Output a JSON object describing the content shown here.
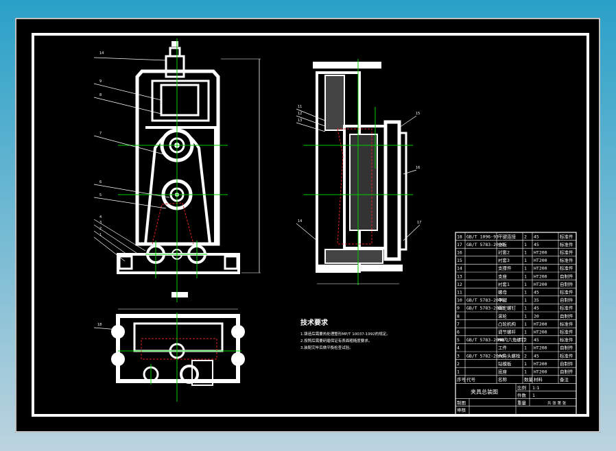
{
  "tech_requirements": {
    "title": "技术要求",
    "items": [
      "1.铸造后需要热处理整形MP/T 10037-1992的规定。",
      "2.按照后需要研磨保证有表面粗糙度要求。",
      "3.装配完毕后做平衡检查试验。"
    ]
  },
  "bom": {
    "rows": [
      [
        "18",
        "GB/T 1096-93",
        "平键连接",
        "2",
        "45",
        "",
        "标准件"
      ],
      [
        "17",
        "GB/T 5783-2000",
        "立板",
        "1",
        "45",
        "",
        "标准件"
      ],
      [
        "16",
        "",
        "衬套2",
        "1",
        "HT200",
        "",
        "标准件"
      ],
      [
        "15",
        "",
        "衬套3",
        "1",
        "HT200",
        "",
        "标准件"
      ],
      [
        "14",
        "",
        "支撑件",
        "1",
        "HT200",
        "",
        "标准件"
      ],
      [
        "13",
        "",
        "支座",
        "1",
        "HT200",
        "",
        "自制件"
      ],
      [
        "12",
        "",
        "衬套1",
        "1",
        "HT200",
        "",
        "自制件"
      ],
      [
        "11",
        "",
        "螺母",
        "1",
        "45",
        "",
        "标准件"
      ],
      [
        "10",
        "GB/T 5783-2000",
        "平键",
        "1",
        "35",
        "",
        "自制件"
      ],
      [
        "9",
        "GB/T 5783-2000",
        "固定螺钉",
        "1",
        "45",
        "",
        "标准件"
      ],
      [
        "8",
        "",
        "滚轮",
        "1",
        "20",
        "",
        "自制件"
      ],
      [
        "7",
        "",
        "凸轮机构",
        "1",
        "HT200",
        "",
        "标准件"
      ],
      [
        "6",
        "",
        "调节螺杆",
        "1",
        "HT200",
        "",
        "标准件"
      ],
      [
        "5",
        "GB/T 5783-2000",
        "M8内六角螺钉",
        "2",
        "45",
        "",
        "标准件"
      ],
      [
        "4",
        "",
        "工件",
        "1",
        "HT200",
        "",
        "自制件"
      ],
      [
        "3",
        "GB/T 5782-2000",
        "六角头螺栓",
        "2",
        "45",
        "",
        "标准件"
      ],
      [
        "2",
        "",
        "钻模板",
        "1",
        "HT200",
        "",
        "自制件"
      ],
      [
        "1",
        "",
        "底座",
        "1",
        "HT200",
        "",
        "自制件"
      ]
    ],
    "header": [
      "序号",
      "代号",
      "名称",
      "数量",
      "材料",
      "",
      "备注"
    ]
  },
  "title_block": {
    "name": "夹具总装图",
    "scale_label": "比例",
    "scale_value": "1:1",
    "count_label": "件数",
    "count_value": "1",
    "drawn_label": "制图",
    "check_label": "审核",
    "weight_label": "重量",
    "sheet_info": "共 张 第 张"
  },
  "callouts": {
    "front": [
      "14",
      "9",
      "8",
      "7",
      "6",
      "5",
      "4",
      "3",
      "2",
      "1"
    ],
    "side": [
      "11",
      "12",
      "13",
      "15",
      "16",
      "14",
      "17"
    ],
    "top": [
      "18"
    ]
  },
  "colors": {
    "background": "#000000",
    "line": "#ffffff",
    "centerline": "#00d000",
    "hidden": "#e02020"
  }
}
